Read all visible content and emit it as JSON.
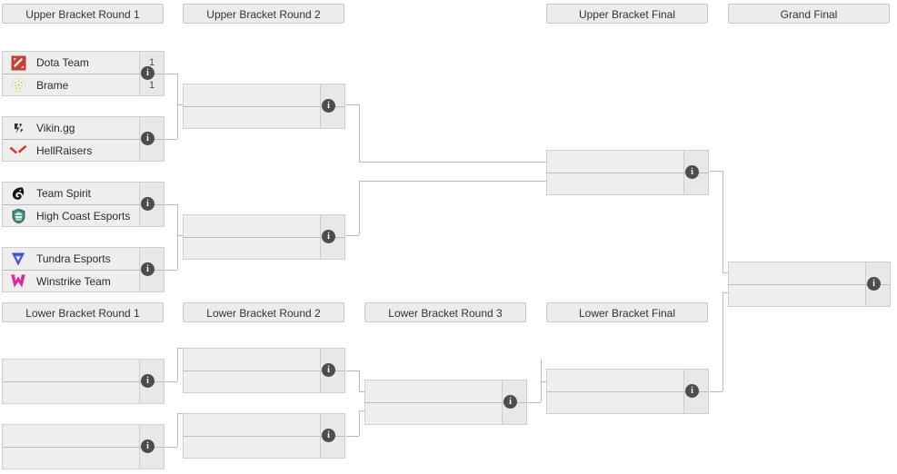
{
  "colors": {
    "box_fill": "#eeeeee",
    "box_border": "#cfcfcf",
    "header_fill": "#ececec",
    "header_border": "#c8c8c8",
    "connector": "#b9b9b9",
    "info_badge": "#4d4d4d",
    "text": "#2b2b2b"
  },
  "headers": {
    "ubr1": "Upper Bracket Round 1",
    "ubr2": "Upper Bracket Round 2",
    "ubf": "Upper Bracket Final",
    "gf": "Grand Final",
    "lbr1": "Lower Bracket Round 1",
    "lbr2": "Lower Bracket Round 2",
    "lbr3": "Lower Bracket Round 3",
    "lbf": "Lower Bracket Final"
  },
  "icons": {
    "info": "i",
    "info_label": "info-icon"
  },
  "matches": {
    "ub1_m1": {
      "top": {
        "team": "Dota Team",
        "score": "1",
        "logo": "dota-team-logo"
      },
      "bottom": {
        "team": "Brame",
        "score": "1",
        "logo": "brame-logo"
      }
    },
    "ub1_m2": {
      "top": {
        "team": "Vikin.gg",
        "score": "",
        "logo": "vikingg-logo"
      },
      "bottom": {
        "team": "HellRaisers",
        "score": "",
        "logo": "hellraisers-logo"
      }
    },
    "ub1_m3": {
      "top": {
        "team": "Team Spirit",
        "score": "",
        "logo": "team-spirit-logo"
      },
      "bottom": {
        "team": "High Coast Esports",
        "score": "",
        "logo": "high-coast-esports-logo"
      }
    },
    "ub1_m4": {
      "top": {
        "team": "Tundra Esports",
        "score": "",
        "logo": "tundra-esports-logo"
      },
      "bottom": {
        "team": "Winstrike Team",
        "score": "",
        "logo": "winstrike-team-logo"
      }
    },
    "ub2_m1": {
      "top": {
        "team": "",
        "score": ""
      },
      "bottom": {
        "team": "",
        "score": ""
      }
    },
    "ub2_m2": {
      "top": {
        "team": "",
        "score": ""
      },
      "bottom": {
        "team": "",
        "score": ""
      }
    },
    "ubf_m1": {
      "top": {
        "team": "",
        "score": ""
      },
      "bottom": {
        "team": "",
        "score": ""
      }
    },
    "gf_m1": {
      "top": {
        "team": "",
        "score": ""
      },
      "bottom": {
        "team": "",
        "score": ""
      }
    },
    "lb1_m1": {
      "top": {
        "team": "",
        "score": ""
      },
      "bottom": {
        "team": "",
        "score": ""
      }
    },
    "lb1_m2": {
      "top": {
        "team": "",
        "score": ""
      },
      "bottom": {
        "team": "",
        "score": ""
      }
    },
    "lb2_m1": {
      "top": {
        "team": "",
        "score": ""
      },
      "bottom": {
        "team": "",
        "score": ""
      }
    },
    "lb2_m2": {
      "top": {
        "team": "",
        "score": ""
      },
      "bottom": {
        "team": "",
        "score": ""
      }
    },
    "lb3_m1": {
      "top": {
        "team": "",
        "score": ""
      },
      "bottom": {
        "team": "",
        "score": ""
      }
    },
    "lbf_m1": {
      "top": {
        "team": "",
        "score": ""
      },
      "bottom": {
        "team": "",
        "score": ""
      }
    }
  }
}
